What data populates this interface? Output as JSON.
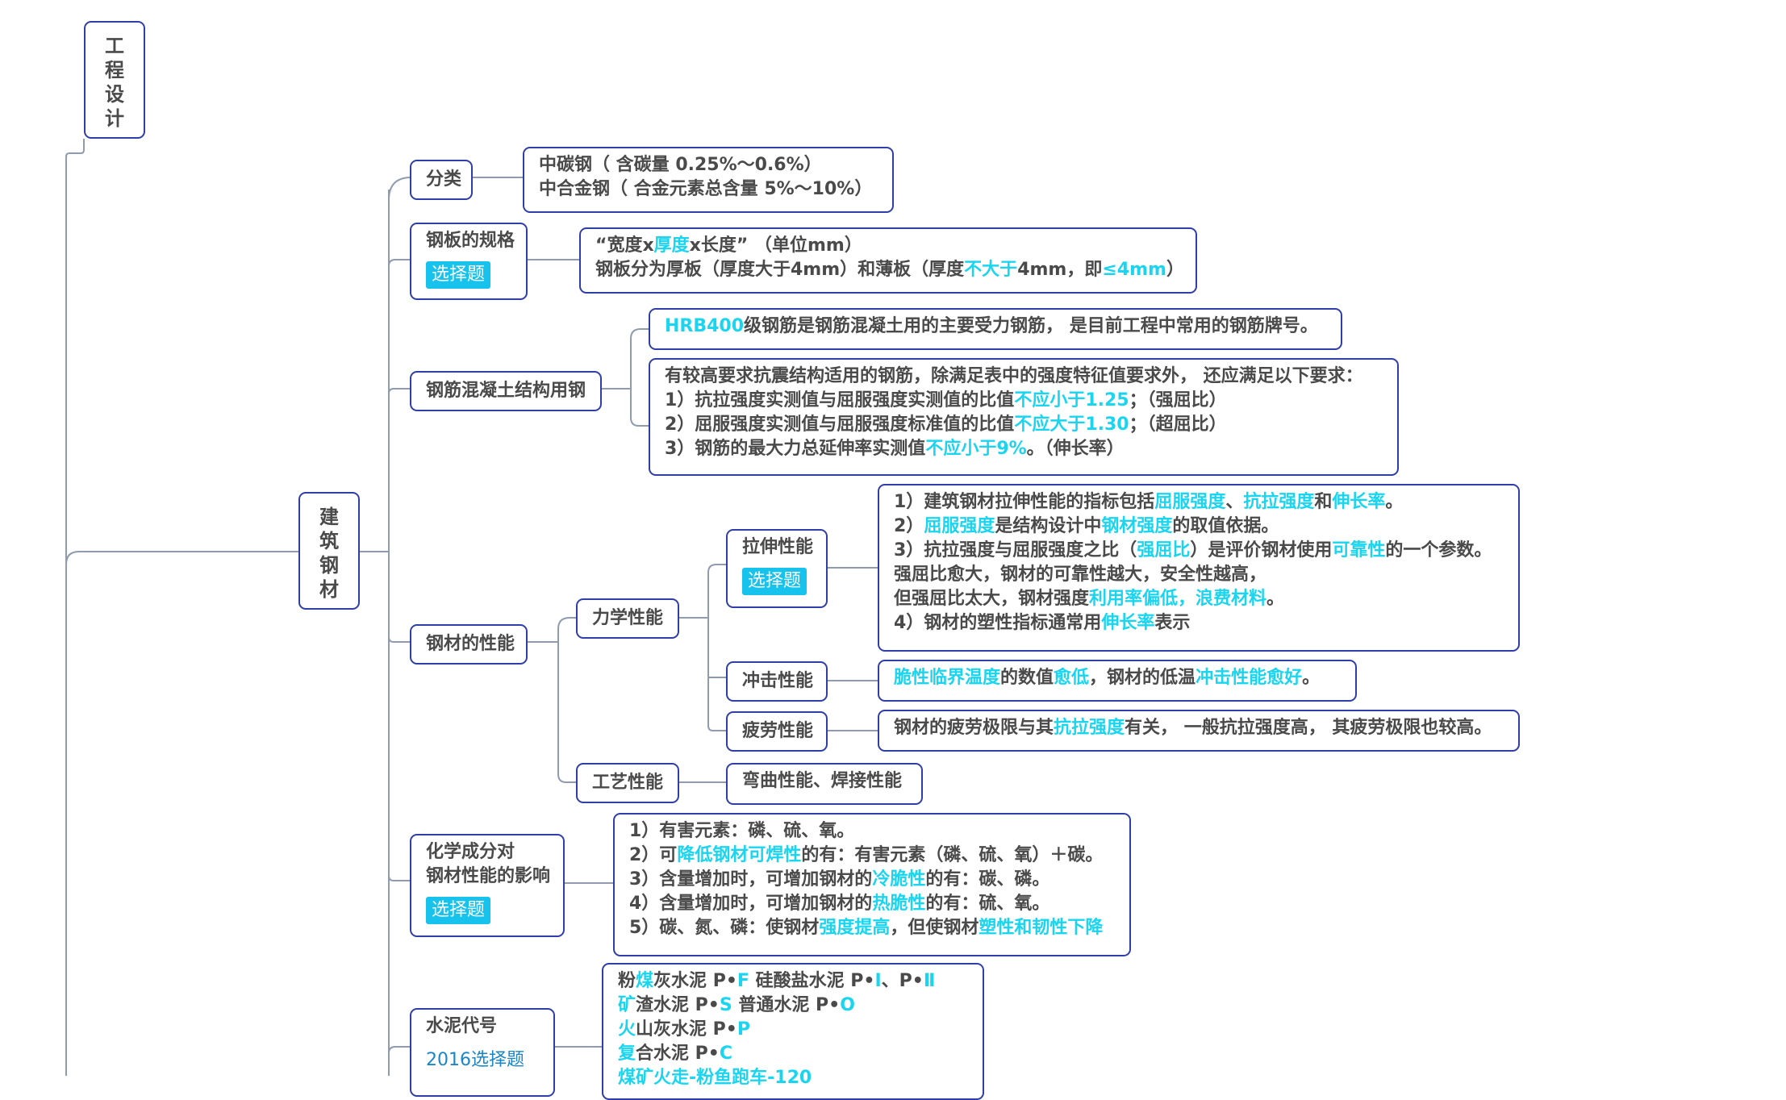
{
  "root": {
    "chars": [
      "工",
      "程",
      "设",
      "计"
    ]
  },
  "branch": {
    "chars": [
      "建",
      "筑",
      "钢",
      "材"
    ]
  },
  "topics": {
    "classification": {
      "label": "分类"
    },
    "plate_spec": {
      "label": "钢板的规格",
      "tag": "选择题"
    },
    "rebar": {
      "label": "钢筋混凝土结构用钢"
    },
    "performance": {
      "label": "钢材的性能"
    },
    "mechanical": {
      "label": "力学性能"
    },
    "tensile": {
      "label": "拉伸性能",
      "tag": "选择题"
    },
    "impact": {
      "label": "冲击性能"
    },
    "fatigue": {
      "label": "疲劳性能"
    },
    "process": {
      "label": "工艺性能"
    },
    "chemical": {
      "label1": "化学成分对",
      "label2": "钢材性能的影响",
      "tag": "选择题"
    },
    "cement": {
      "label": "水泥代号",
      "tag": "2016选择题"
    }
  },
  "details": {
    "classification": [
      [
        {
          "t": "中碳钢（ 含碳量 0.25%～0.6%）"
        }
      ],
      [
        {
          "t": "中合金钢（ 合金元素总含量 5%～10%）"
        }
      ]
    ],
    "plate_spec": [
      [
        {
          "t": "“宽度x"
        },
        {
          "t": "厚度",
          "h": 1
        },
        {
          "t": "x长度” （单位mm）"
        }
      ],
      [
        {
          "t": "钢板分为厚板（厚度大于4mm）和薄板（厚度"
        },
        {
          "t": "不大于",
          "h": 1
        },
        {
          "t": "4mm，即"
        },
        {
          "t": "≤4mm",
          "h": 1
        },
        {
          "t": "）"
        }
      ]
    ],
    "rebar_a": [
      [
        {
          "t": "HRB400",
          "h": 1
        },
        {
          "t": "级钢筋是钢筋混凝土用的主要受力钢筋， 是目前工程中常用的钢筋牌号。"
        }
      ]
    ],
    "rebar_b": [
      [
        {
          "t": "有较高要求抗震结构适用的钢筋，除满足表中的强度特征值要求外， 还应满足以下要求："
        }
      ],
      [
        {
          "t": "1）抗拉强度实测值与屈服强度实测值的比值"
        },
        {
          "t": "不应小于1.25",
          "h": 1
        },
        {
          "t": "；（强屈比）"
        }
      ],
      [
        {
          "t": "2）屈服强度实测值与屈服强度标准值的比值"
        },
        {
          "t": "不应大于1.30",
          "h": 1
        },
        {
          "t": "；（超屈比）"
        }
      ],
      [
        {
          "t": "3）钢筋的最大力总延伸率实测值"
        },
        {
          "t": "不应小于9%",
          "h": 1
        },
        {
          "t": "。（伸长率）"
        }
      ]
    ],
    "tensile": [
      [
        {
          "t": "1）建筑钢材拉伸性能的指标包括"
        },
        {
          "t": "屈服强度",
          "h": 1
        },
        {
          "t": "、"
        },
        {
          "t": "抗拉强度",
          "h": 1
        },
        {
          "t": "和"
        },
        {
          "t": "伸长率",
          "h": 1
        },
        {
          "t": "。"
        }
      ],
      [
        {
          "t": "2）"
        },
        {
          "t": "屈服强度",
          "h": 1
        },
        {
          "t": "是结构设计中"
        },
        {
          "t": "钢材强度",
          "h": 1
        },
        {
          "t": "的取值依据。"
        }
      ],
      [
        {
          "t": "3）抗拉强度与屈服强度之比（"
        },
        {
          "t": "强屈比",
          "h": 1
        },
        {
          "t": "）是评价钢材使用"
        },
        {
          "t": "可靠性",
          "h": 1
        },
        {
          "t": "的一个参数。"
        }
      ],
      [
        {
          "t": "     强屈比愈大，钢材的可靠性越大，安全性越高，"
        }
      ],
      [
        {
          "t": "     但强屈比太大，钢材强度"
        },
        {
          "t": "利用率偏低，浪费材料",
          "h": 1
        },
        {
          "t": "。"
        }
      ],
      [
        {
          "t": "4）钢材的塑性指标通常用"
        },
        {
          "t": "伸长率",
          "h": 1
        },
        {
          "t": "表示"
        }
      ]
    ],
    "impact": [
      [
        {
          "t": "脆性临界温度",
          "h": 1
        },
        {
          "t": "的数值"
        },
        {
          "t": "愈低",
          "h": 1
        },
        {
          "t": "，钢材的低温"
        },
        {
          "t": "冲击性能愈好",
          "h": 1
        },
        {
          "t": "。"
        }
      ]
    ],
    "fatigue": [
      [
        {
          "t": "钢材的疲劳极限与其"
        },
        {
          "t": "抗拉强度",
          "h": 1
        },
        {
          "t": "有关， 一般抗拉强度高， 其疲劳极限也较高。"
        }
      ]
    ],
    "process": [
      [
        {
          "t": "弯曲性能、焊接性能"
        }
      ]
    ],
    "chemical": [
      [
        {
          "t": "1）有害元素：磷、硫、氧。"
        }
      ],
      [
        {
          "t": "2）可"
        },
        {
          "t": "降低钢材可焊性",
          "h": 1
        },
        {
          "t": "的有：有害元素（磷、硫、氧）＋碳。"
        }
      ],
      [
        {
          "t": "3）含量增加时，可增加钢材的"
        },
        {
          "t": "冷脆性",
          "h": 1
        },
        {
          "t": "的有：碳、磷。"
        }
      ],
      [
        {
          "t": "4）含量增加时，可增加钢材的"
        },
        {
          "t": "热脆性",
          "h": 1
        },
        {
          "t": "的有：硫、氧。"
        }
      ],
      [
        {
          "t": "5）碳、氮、磷：使钢材"
        },
        {
          "t": "强度提高",
          "h": 1
        },
        {
          "t": "，但使钢材"
        },
        {
          "t": "塑性和韧性下降",
          "h": 1
        }
      ]
    ],
    "cement": [
      [
        {
          "t": "粉"
        },
        {
          "t": "煤",
          "h": 1
        },
        {
          "t": "灰水泥   P•"
        },
        {
          "t": "F",
          "h": 1
        },
        {
          "t": "    硅酸盐水泥 P•"
        },
        {
          "t": "Ⅰ",
          "h": 1
        },
        {
          "t": "、P•"
        },
        {
          "t": "Ⅱ",
          "h": 1
        }
      ],
      [
        {
          "t": "矿",
          "h": 1
        },
        {
          "t": "渣水泥     P•"
        },
        {
          "t": "S",
          "h": 1
        },
        {
          "t": "   普通水泥      P•"
        },
        {
          "t": "O",
          "h": 1
        }
      ],
      [
        {
          "t": "火",
          "h": 1
        },
        {
          "t": "山灰水泥   P•"
        },
        {
          "t": "P",
          "h": 1
        }
      ],
      [
        {
          "t": "复",
          "h": 1
        },
        {
          "t": "合水泥     P•"
        },
        {
          "t": "C",
          "h": 1
        }
      ],
      [
        {
          "t": "煤矿火走-粉鱼跑车-120",
          "h": 1
        }
      ]
    ]
  },
  "colors": {
    "border": "#2f3ea8",
    "connector": "#8f9bb0",
    "highlight": "#19d5f0",
    "tag_bg": "#17c3ec",
    "tag_text": "#1b86c7"
  }
}
